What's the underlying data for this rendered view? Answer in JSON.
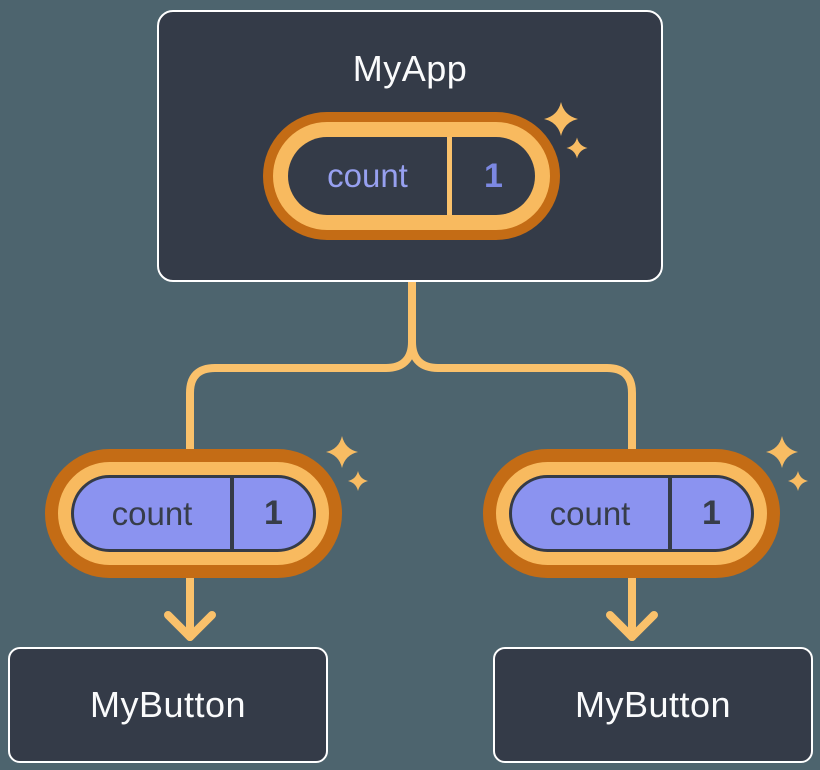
{
  "diagram": {
    "root": {
      "title": "MyApp",
      "state": {
        "label": "count",
        "value": "1"
      }
    },
    "children": [
      {
        "title": "MyButton",
        "prop": {
          "label": "count",
          "value": "1"
        }
      },
      {
        "title": "MyButton",
        "prop": {
          "label": "count",
          "value": "1"
        }
      }
    ]
  },
  "palette": {
    "background": "#4D646E",
    "node_fill": "#343B48",
    "node_border": "#FFFFFF",
    "node_text": "#FAFBFC",
    "ring_outer": "#C46C15",
    "ring_inner": "#F8BA5F",
    "connector": "#FAC16B",
    "sparkle": "#F8BC63",
    "pill_fill_purple": "#8B93F0",
    "pill_outline_dark": "#353B47",
    "state_label_text": "#97A0F0",
    "state_value_text": "#7C88E2",
    "prop_text": "#373D49"
  }
}
